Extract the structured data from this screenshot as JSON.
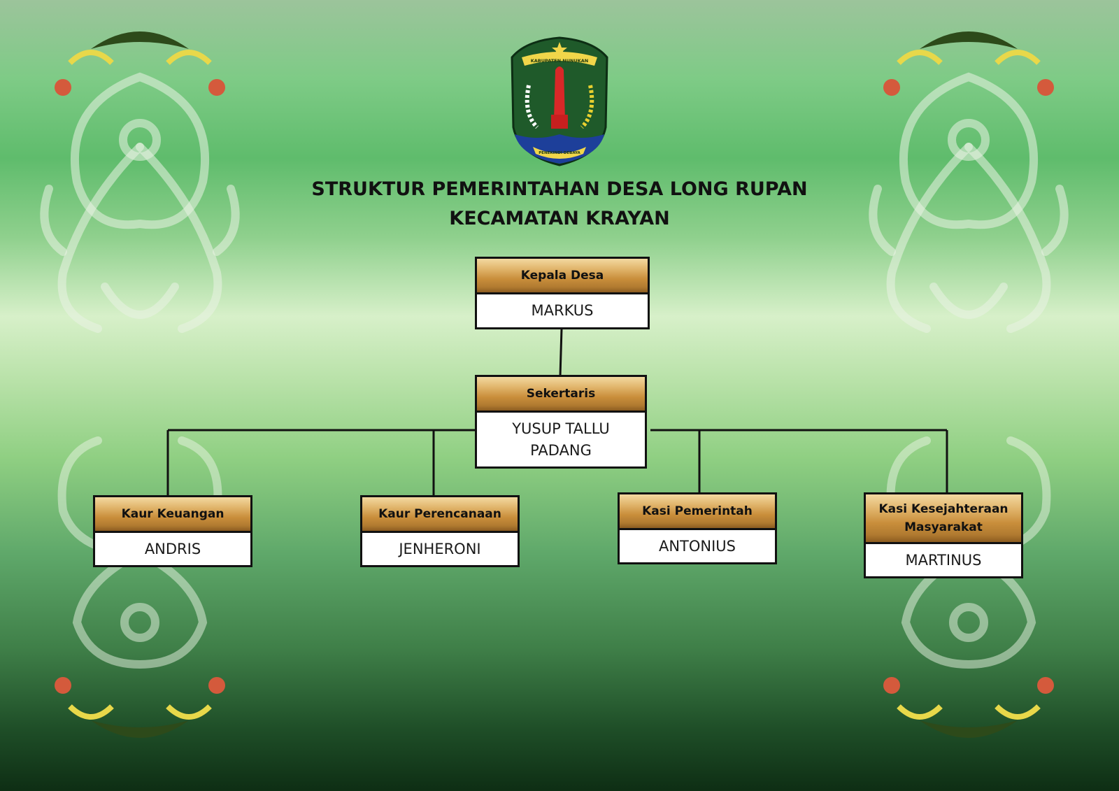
{
  "logo": {
    "icon": "kabupaten-nunukan-emblem-icon",
    "top_text": "KABUPATEN NUNUKAN",
    "bottom_text": "PENEKINDI DEBAYA"
  },
  "title": {
    "line1": "STRUKTUR PEMERINTAHAN DESA LONG RUPAN",
    "line2": "KECAMATAN KRAYAN"
  },
  "colors": {
    "role_header": "#c98e3b",
    "box_border": "#111111",
    "background_green": "#5fbc6c"
  },
  "org": {
    "head": {
      "role": "Kepala Desa",
      "name": "MARKUS"
    },
    "secretary": {
      "role": "Sekertaris",
      "name": "YUSUP TALLU PADANG"
    },
    "staff": [
      {
        "role": "Kaur Keuangan",
        "name": "ANDRIS"
      },
      {
        "role": "Kaur Perencanaan",
        "name": "JENHERONI"
      },
      {
        "role": "Kasi Pemerintah",
        "name": "ANTONIUS"
      },
      {
        "role": "Kasi Kesejahteraan Masyarakat",
        "name": "MARTINUS"
      }
    ]
  },
  "decorations": [
    "dayak-ornament-icon"
  ]
}
